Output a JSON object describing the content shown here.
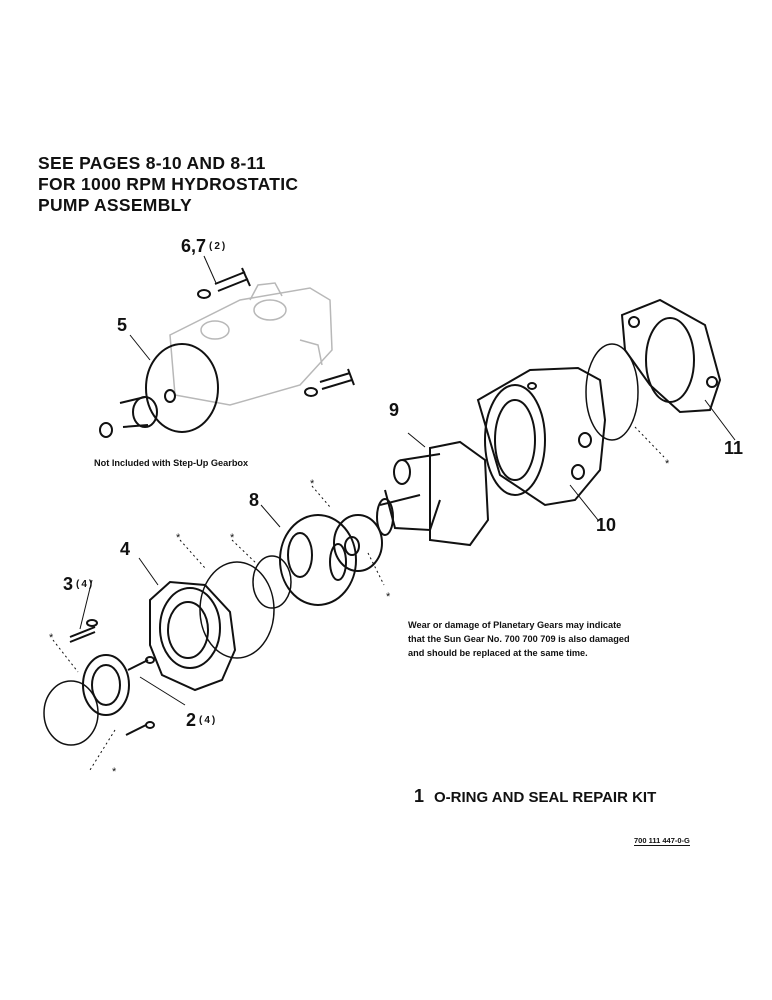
{
  "header": {
    "lines": [
      "SEE PAGES 8-10 AND 8-11",
      "FOR 1000 RPM HYDROSTATIC",
      "PUMP ASSEMBLY"
    ]
  },
  "callouts": {
    "c67": {
      "label": "6,7",
      "qty": "(2)"
    },
    "c5": {
      "label": "5"
    },
    "c9": {
      "label": "9"
    },
    "c11": {
      "label": "11"
    },
    "c10": {
      "label": "10"
    },
    "c8": {
      "label": "8"
    },
    "c4": {
      "label": "4"
    },
    "c3": {
      "label": "3",
      "qty": "(4)"
    },
    "c2": {
      "label": "2",
      "qty": "(4)"
    }
  },
  "notes": {
    "step_up": "Not Included with Step-Up Gearbox",
    "planetary": [
      "Wear or damage of Planetary Gears may indicate",
      "that the Sun Gear No. 700 700 709 is also damaged",
      "and should be replaced at the same time."
    ]
  },
  "kit": {
    "number": "1",
    "label": "O-RING AND SEAL REPAIR KIT"
  },
  "part_number": "700 111 447-0-G",
  "markers": {
    "kit_item": "*"
  },
  "colors": {
    "ink": "#111111",
    "ghost": "#b8b8b8",
    "paper": "#ffffff"
  }
}
